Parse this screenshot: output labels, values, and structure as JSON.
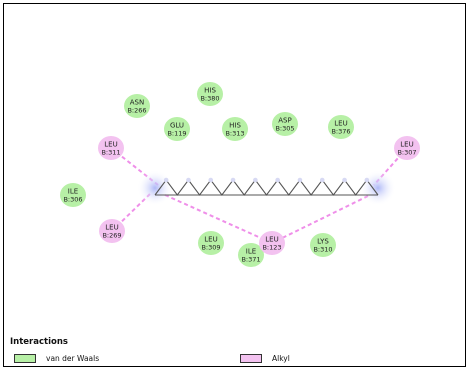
{
  "colors": {
    "vdw_fill": "#b7f0a6",
    "alkyl_fill": "#f3c2f0",
    "alkyl_line": "#ef8fe9",
    "ligand_line": "#555555",
    "glow": "#c9cffb"
  },
  "residues": [
    {
      "id": "asn266",
      "name": "ASN",
      "num": "B:266",
      "type": "vdw"
    },
    {
      "id": "his380",
      "name": "HIS",
      "num": "B:380",
      "type": "vdw"
    },
    {
      "id": "glu119",
      "name": "GLU",
      "num": "B:119",
      "type": "vdw"
    },
    {
      "id": "his313",
      "name": "HIS",
      "num": "B:313",
      "type": "vdw"
    },
    {
      "id": "asp305",
      "name": "ASP",
      "num": "B:305",
      "type": "vdw"
    },
    {
      "id": "leu376",
      "name": "LEU",
      "num": "B:376",
      "type": "vdw"
    },
    {
      "id": "leu311",
      "name": "LEU",
      "num": "B:311",
      "type": "alkyl"
    },
    {
      "id": "leu307",
      "name": "LEU",
      "num": "B:307",
      "type": "alkyl"
    },
    {
      "id": "ile306",
      "name": "ILE",
      "num": "B:306",
      "type": "vdw"
    },
    {
      "id": "leu269",
      "name": "LEU",
      "num": "B:269",
      "type": "alkyl"
    },
    {
      "id": "leu309",
      "name": "LEU",
      "num": "B:309",
      "type": "vdw"
    },
    {
      "id": "ile371",
      "name": "ILE",
      "num": "B:371",
      "type": "vdw"
    },
    {
      "id": "leu123",
      "name": "LEU",
      "num": "B:123",
      "type": "alkyl"
    },
    {
      "id": "lys310",
      "name": "LYS",
      "num": "B:310",
      "type": "vdw"
    }
  ],
  "legend": {
    "title": "Interactions",
    "items": [
      {
        "label": "van der Waals",
        "type": "vdw"
      },
      {
        "label": "Alkyl",
        "type": "alkyl"
      }
    ]
  }
}
